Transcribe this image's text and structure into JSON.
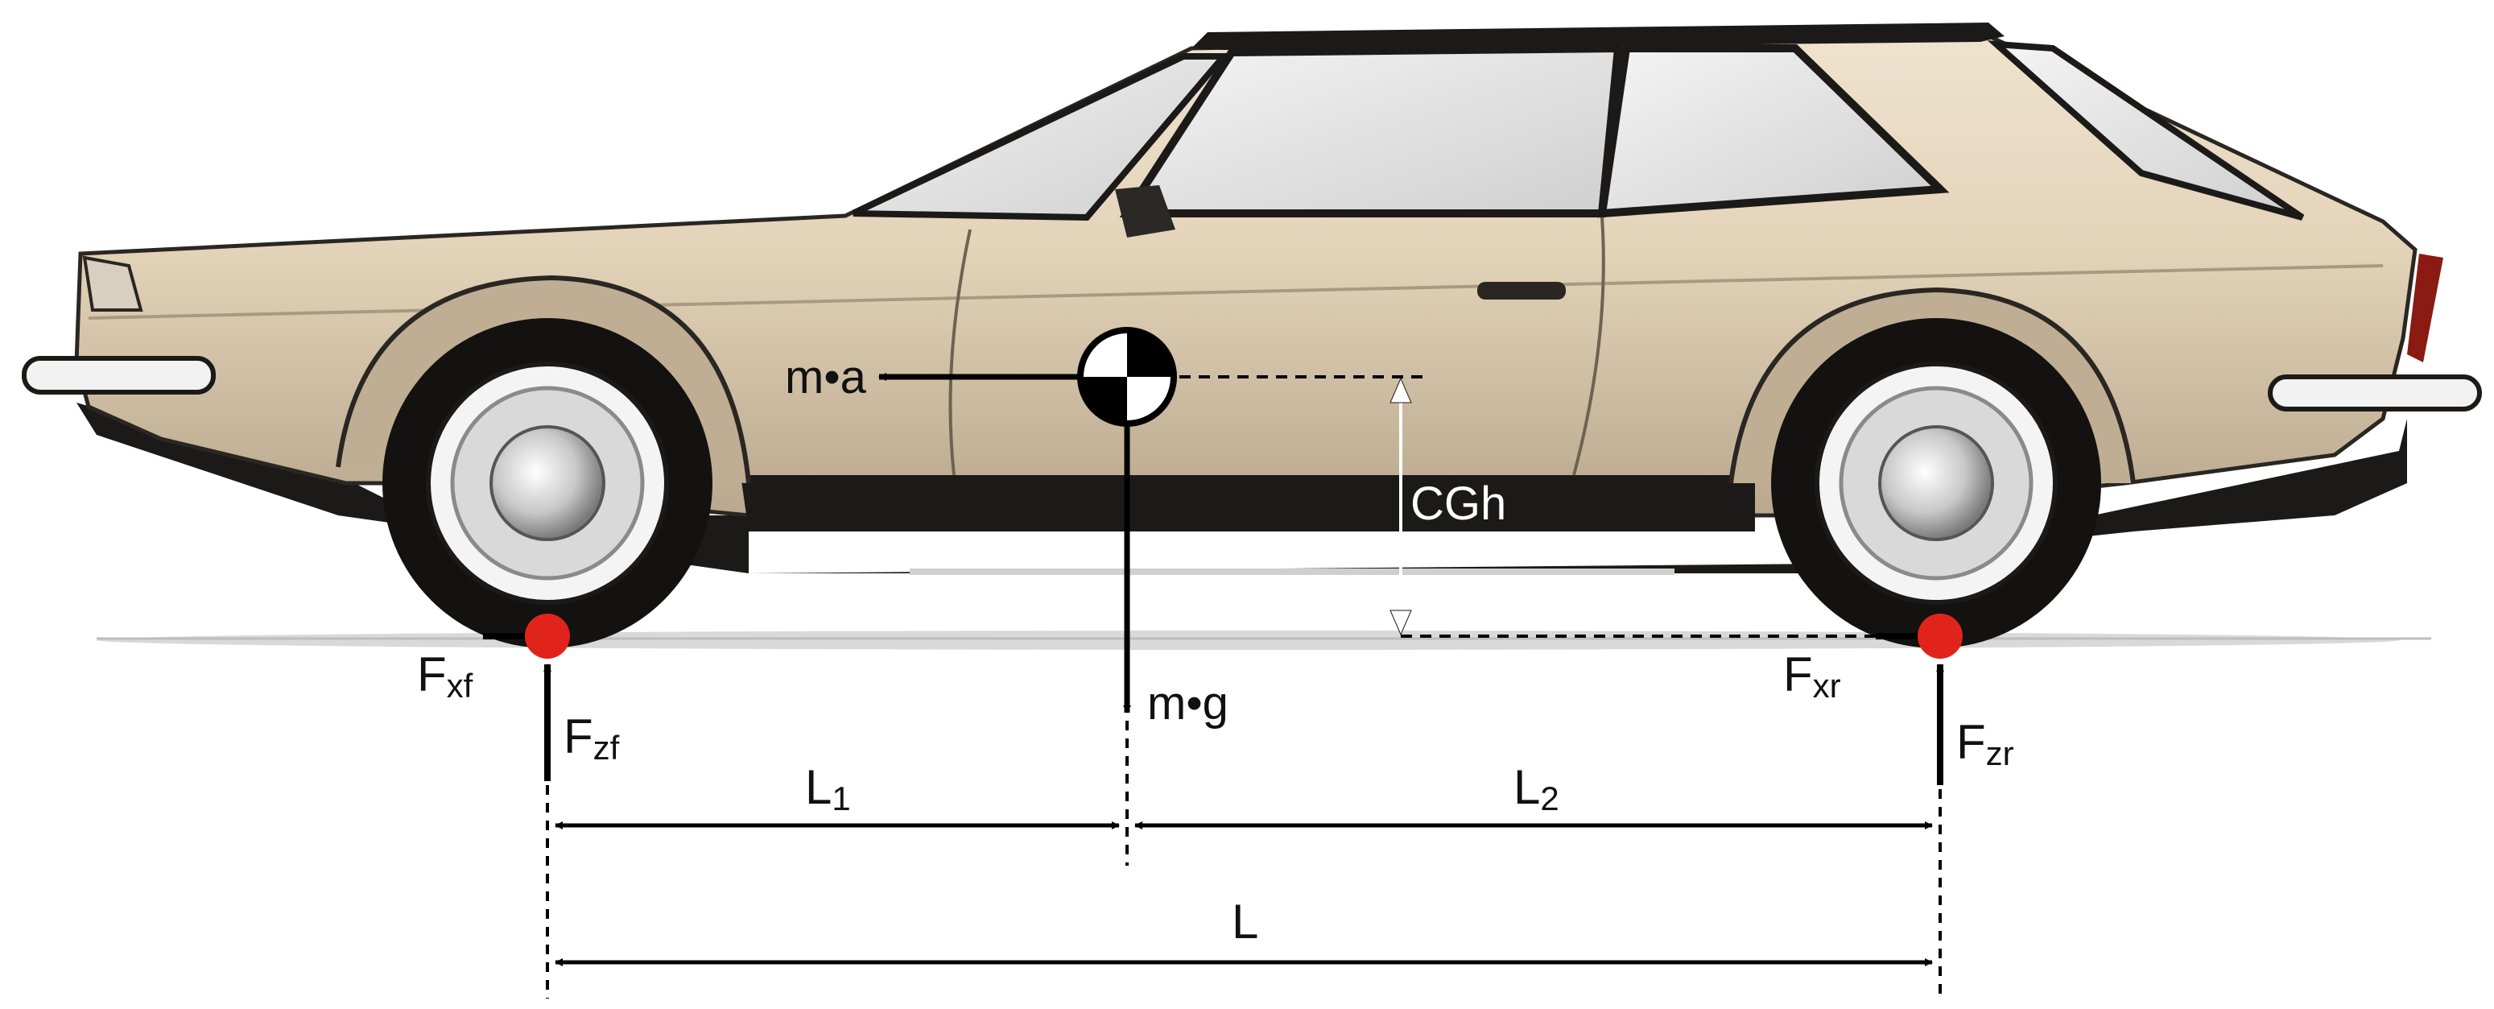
{
  "labels": {
    "ma": {
      "base": "m•a"
    },
    "mg": {
      "base": "m•g"
    },
    "cgh": {
      "base": "CGh"
    },
    "fxf": {
      "base": "F",
      "sub": "xf"
    },
    "fzf": {
      "base": "F",
      "sub": "zf"
    },
    "fxr": {
      "base": "F",
      "sub": "xr"
    },
    "fzr": {
      "base": "F",
      "sub": "zr"
    },
    "l1": {
      "base": "L",
      "sub": "1"
    },
    "l2": {
      "base": "L",
      "sub": "2"
    },
    "l": {
      "base": "L"
    }
  },
  "colors": {
    "body_upper": "#e6d7bf",
    "body_lower": "#bfae93",
    "body_dark": "#9c8d75",
    "trim": "#1c1a18",
    "chrome": "#d5d5d5",
    "contact_patch": "#e0241b",
    "arrow": "#000000",
    "cgh_arrow": "#ffffff"
  },
  "icons": {
    "cg_marker": "center-of-gravity-symbol",
    "contact_points": "tire-contact-dot"
  }
}
